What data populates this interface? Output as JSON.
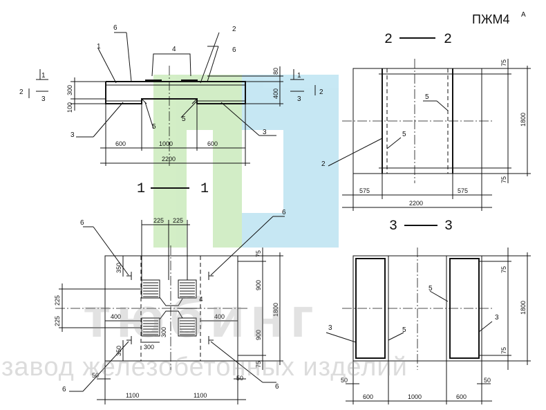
{
  "title": "ПЖМ4",
  "title_superscript": "А",
  "sections": {
    "s11": {
      "left": "1",
      "right": "1"
    },
    "s22": {
      "left": "2",
      "right": "2"
    },
    "s33": {
      "left": "3",
      "right": "3"
    }
  },
  "labels": {
    "one": "1",
    "two": "2",
    "three": "3",
    "four": "4",
    "five": "5",
    "six": "6"
  },
  "section_marks": {
    "i": "1",
    "ii": "2",
    "iii": "3"
  },
  "dims": {
    "d600": "600",
    "d1000": "1000",
    "d2200": "2200",
    "d80": "80",
    "d400": "400",
    "d300": "300",
    "d100": "100",
    "d575": "575",
    "d75": "75",
    "d1800": "1800",
    "d225": "225",
    "d350": "350",
    "d900": "900",
    "d50": "50",
    "d1100": "1100"
  },
  "watermark": {
    "brand": "тюбинг",
    "subtitle": "завод железобетонных изделий",
    "logo_green": "#b9e3a6",
    "logo_blue": "#a9dcef"
  }
}
